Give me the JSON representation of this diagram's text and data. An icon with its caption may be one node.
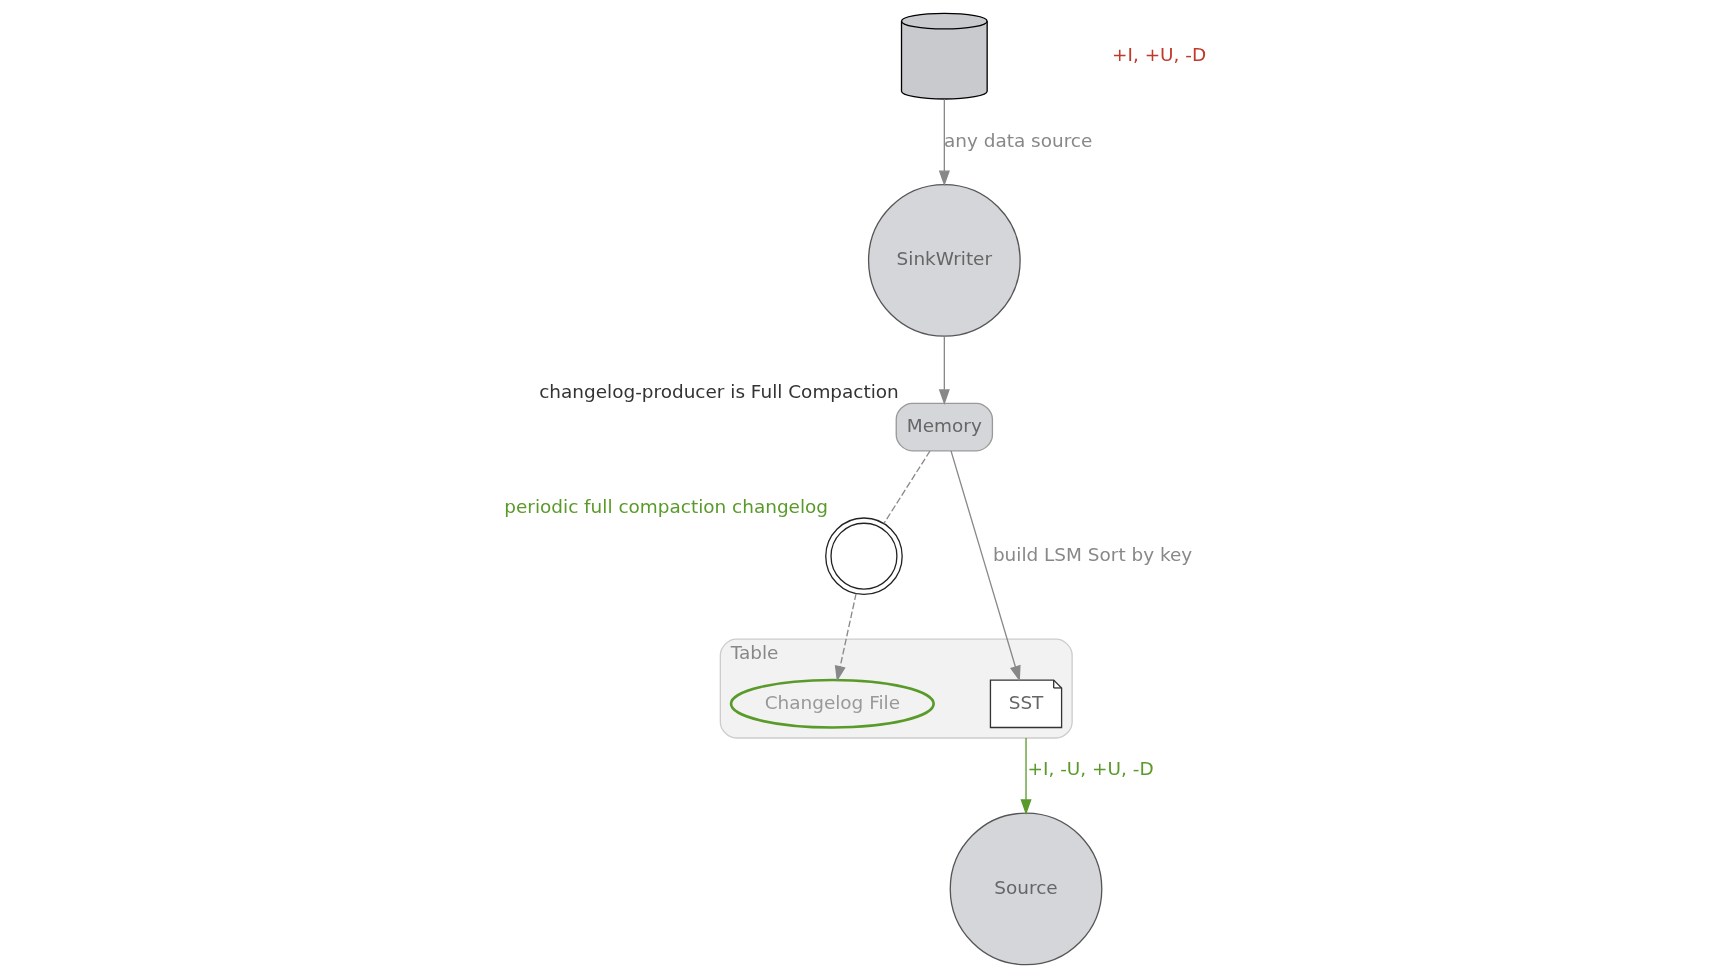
{
  "diagram": {
    "nodes": [
      {
        "text": [],
        "shape": "cylinder"
      },
      {
        "text": [
          "SinkWriter"
        ]
      },
      {
        "text": [
          "Memory"
        ],
        "beside": [
          "changelog-producer is Full Compaction"
        ]
      },
      {
        "text": [],
        "shape": "clock",
        "beside": [
          "periodic full compaction changelog"
        ]
      },
      {
        "text": [
          "Table"
        ]
      },
      {
        "text": [
          "SST"
        ],
        "in": 4
      },
      {
        "text": [
          "Changelog File"
        ],
        "in": 4
      },
      {
        "text": [
          "Source"
        ]
      }
    ],
    "edges": [
      {
        "from": 0,
        "to": 1,
        "arrow": "to",
        "label": "any data source"
      },
      {
        "from": 1,
        "to": 2,
        "arrow": "to"
      },
      {
        "from": 2,
        "to": 5,
        "arrow": "to",
        "label": "build LSM Sort by key"
      },
      {
        "from": 2,
        "to": 3,
        "arrow": "none",
        "style": "dashed"
      },
      {
        "from": 3,
        "to": 6,
        "arrow": "to",
        "style": "dashed"
      },
      {
        "from": 4,
        "to": 7,
        "arrow": "to",
        "label": "+I, -U, +U, -D",
        "color": "#5a9a2a"
      }
    ],
    "labels": [
      "+I, +U, -D"
    ]
  }
}
